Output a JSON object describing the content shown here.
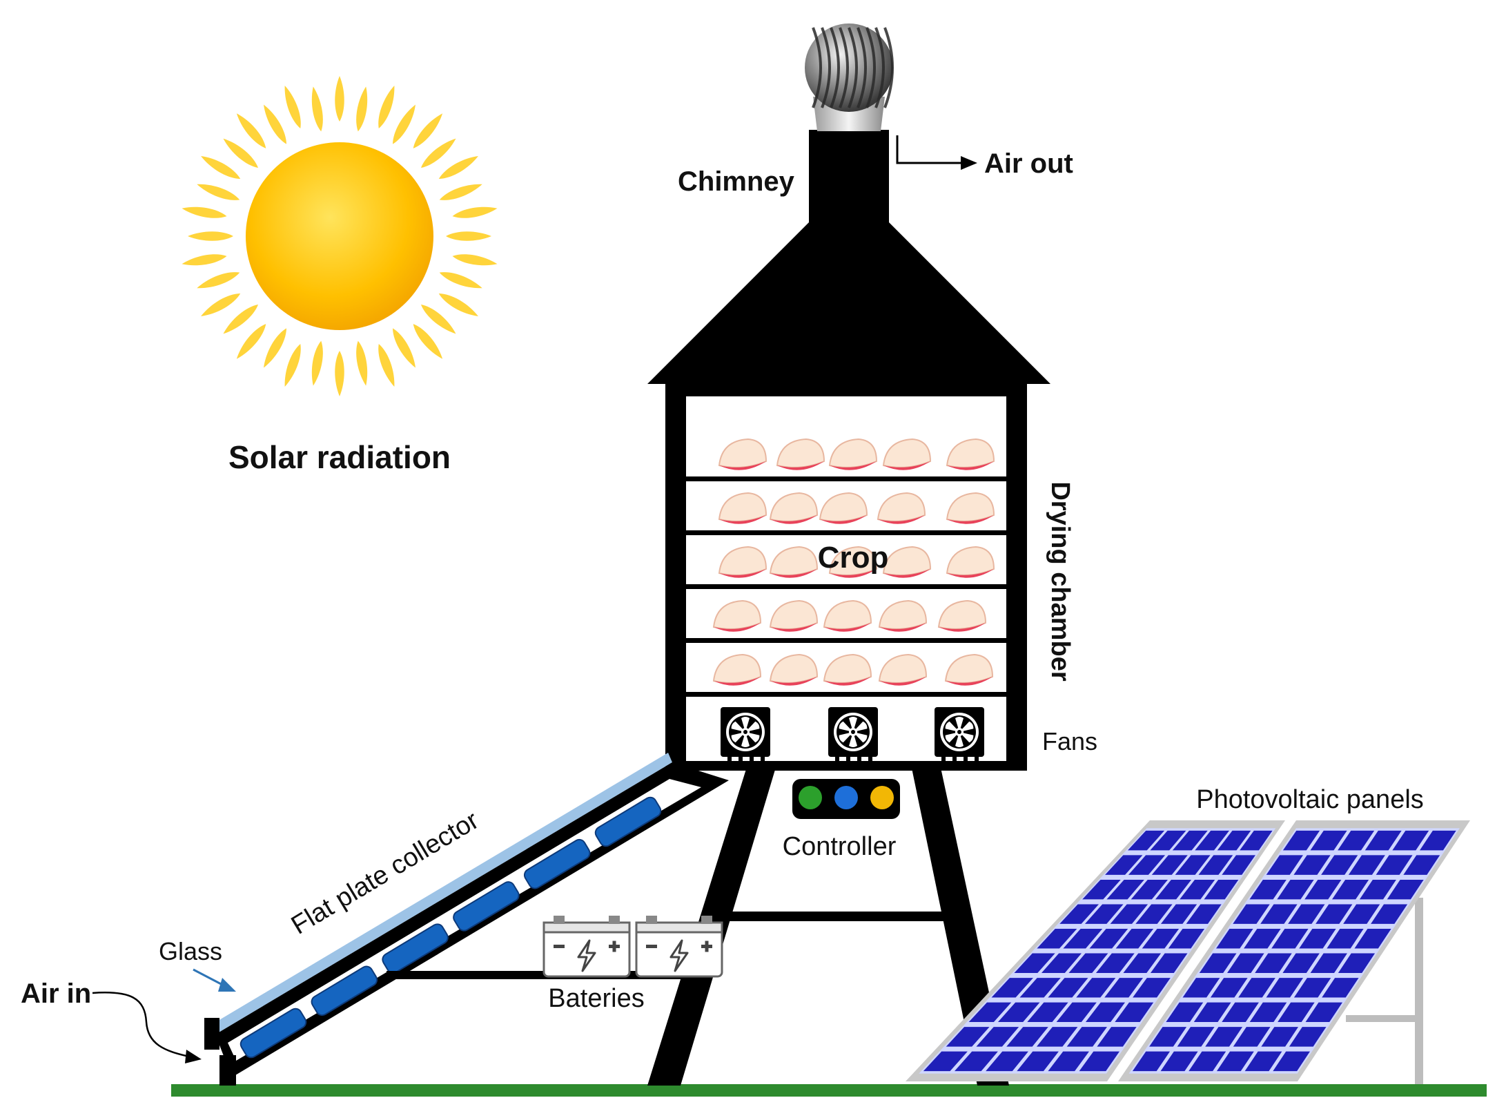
{
  "labels": {
    "solar_radiation": "Solar radiation",
    "chimney": "Chimney",
    "air_out": "Air out",
    "drying_chamber": "Drying chamber",
    "crop": "Crop",
    "fans": "Fans",
    "controller": "Controller",
    "photovoltaic_panels": "Photovoltaic panels",
    "flat_plate_collector": "Flat plate collector",
    "glass": "Glass",
    "air_in": "Air in",
    "bateries": "Bateries"
  },
  "icons": {
    "sun": "sun-icon",
    "turbine": "turbine-ventilator-icon",
    "fan": "fan-icon",
    "battery": "battery-icon",
    "solar_panel": "solar-panel-icon",
    "crop_slice": "apple-slice-icon"
  },
  "colors": {
    "sun_core": "#FFC000",
    "sun_rays": "#FFD43B",
    "structure": "#000000",
    "ground": "#2E8B2E",
    "glass": "#9DC3E6",
    "absorber": "#1565C0",
    "panel_cell": "#1F1FB8",
    "panel_frame": "#C8C8C8",
    "led_green": "#2CA02C",
    "led_blue": "#1E6FD9",
    "led_yellow": "#F2B705",
    "glass_arrow": "#2E75B6"
  }
}
